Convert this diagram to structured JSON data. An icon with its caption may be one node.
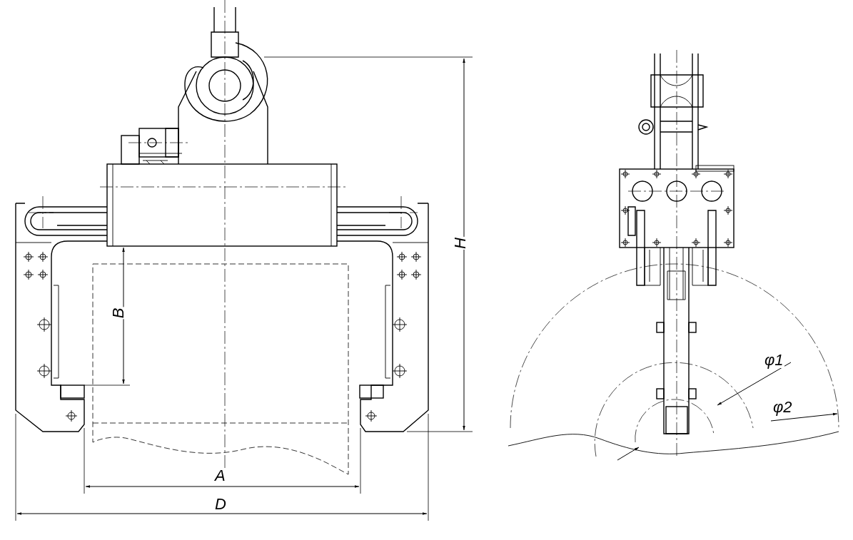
{
  "diagram": {
    "labels": [
      "H",
      "B",
      "φ1",
      "φ2",
      "A",
      "D"
    ]
  }
}
